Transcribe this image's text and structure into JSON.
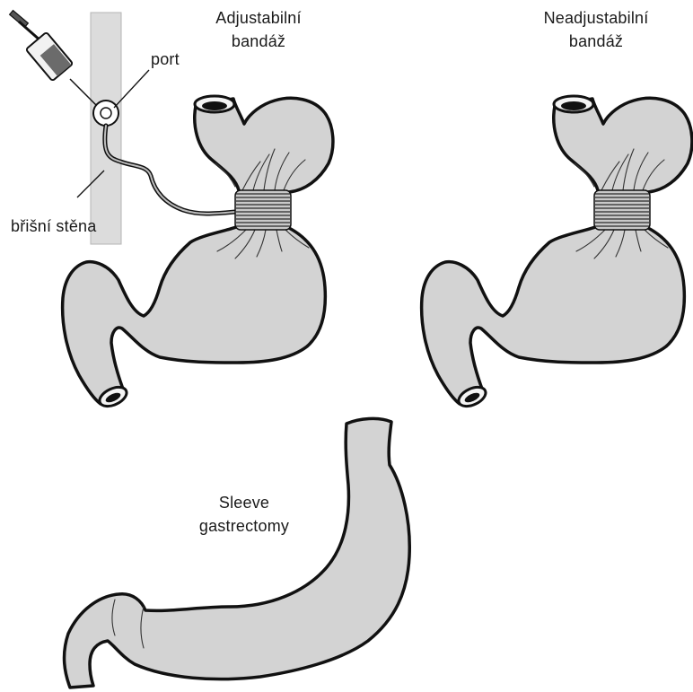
{
  "labels": {
    "adjustable": [
      "Adjustabilní",
      "bandáž"
    ],
    "nonadjustable": [
      "Neadjustabilní",
      "bandáž"
    ],
    "port": "port",
    "wall": "břišní stěna",
    "sleeve": [
      "Sleeve",
      "gastrectomy"
    ]
  },
  "colors": {
    "organ_fill": "#d3d3d3",
    "outline": "#111111",
    "wall_fill": "#dcdcdc"
  }
}
